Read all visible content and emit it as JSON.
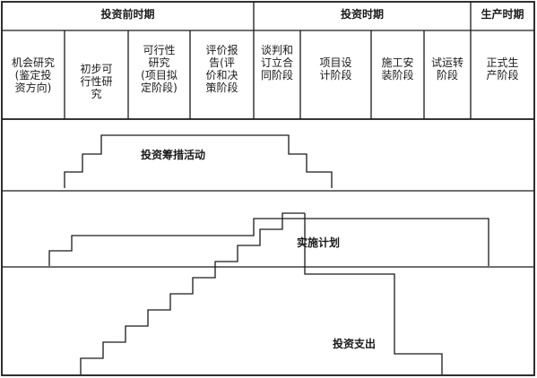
{
  "periods": {
    "pre_investment": "投资前时期",
    "investment": "投资时期",
    "production": "生产时期"
  },
  "stages": [
    "机会研究\n(鉴定投\n资方向)",
    "初步可\n行性研\n究",
    "可行性\n研究\n(项目拟\n定阶段)",
    "评价报\n告(评\n价和决\n策阶段",
    "谈判和\n订立合\n同阶段",
    "项目设\n计阶段",
    "施工安\n装阶段",
    "试运转\n阶段",
    "正式生\n产阶段"
  ],
  "activities": {
    "financing": "投资筹措活动",
    "implementation": "实施计划",
    "expenditure": "投资支出"
  }
}
